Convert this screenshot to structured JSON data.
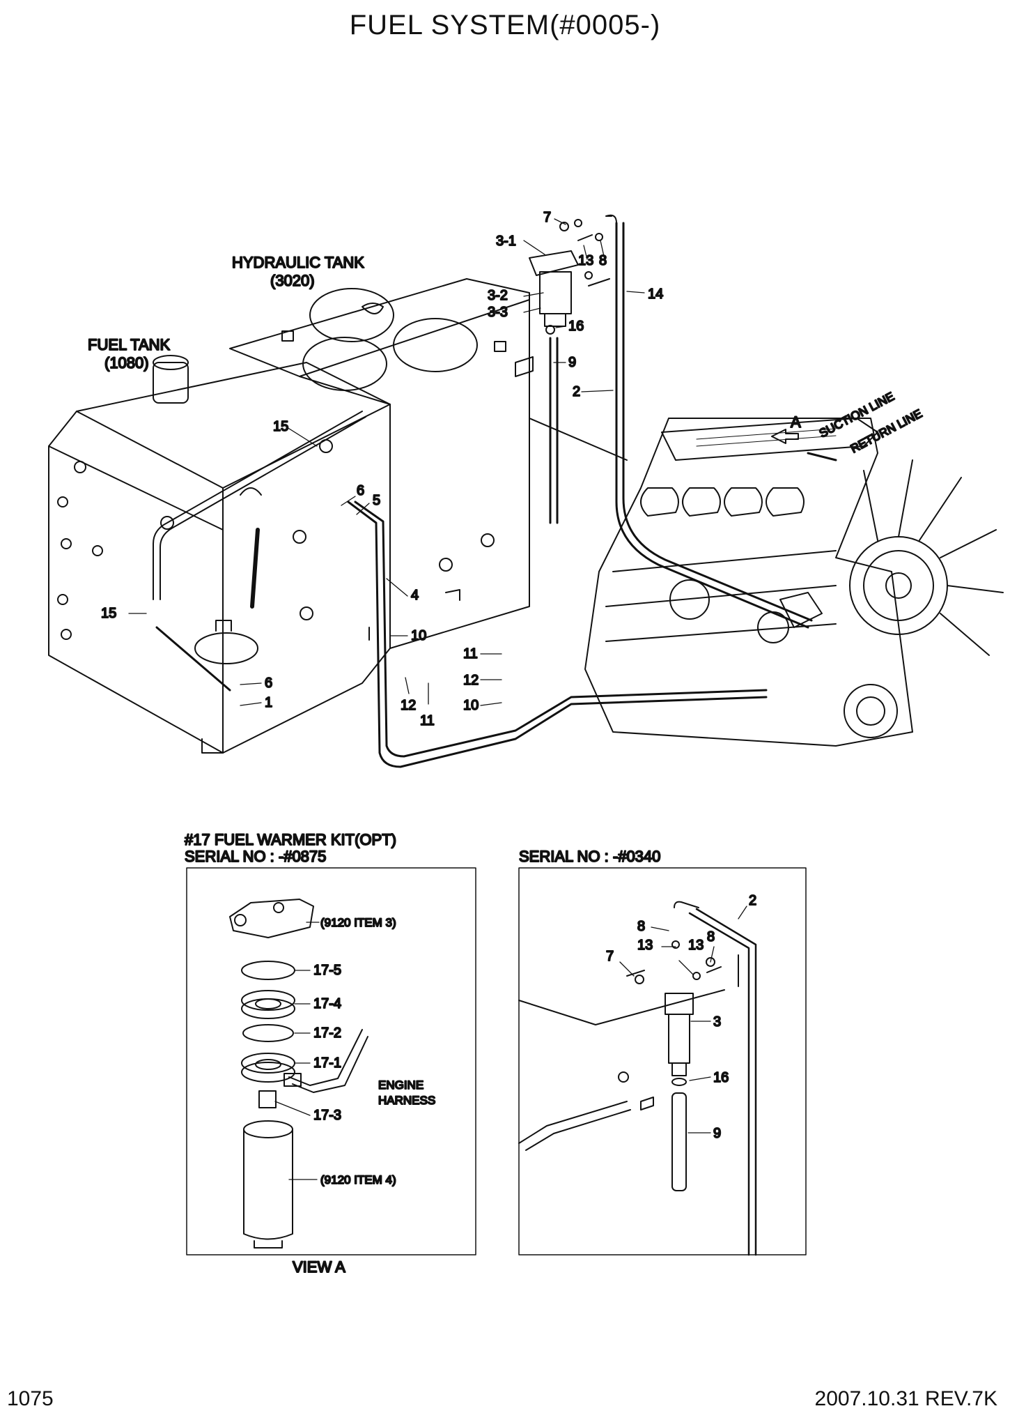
{
  "title": "FUEL SYSTEM(#0005-)",
  "footer": {
    "page_number": "1075",
    "revision": "2007.10.31  REV.7K"
  },
  "main_view": {
    "components": {
      "hydraulic_tank": "HYDRAULIC TANK",
      "hydraulic_tank_ref": "(3020)",
      "fuel_tank": "FUEL TANK",
      "fuel_tank_ref": "(1080)",
      "suction_line": "SUCTION LINE",
      "return_line": "RETURN LINE",
      "view_arrow": "A"
    },
    "callouts": [
      "7",
      "3-1",
      "13",
      "8",
      "14",
      "3-2",
      "3-3",
      "16",
      "9",
      "2",
      "15",
      "6",
      "5",
      "4",
      "10",
      "15",
      "6",
      "1",
      "11",
      "12",
      "10",
      "12",
      "11"
    ]
  },
  "inset_left": {
    "heading": "#17 FUEL WARMER KIT(OPT)",
    "serial": "SERIAL NO : -#0875",
    "refs": [
      "(9120 ITEM 3)",
      "(9120 ITEM 4)"
    ],
    "callouts": [
      "17-5",
      "17-4",
      "17-2",
      "17-1",
      "17-3"
    ],
    "harness_line1": "ENGINE",
    "harness_line2": "HARNESS",
    "caption": "VIEW A"
  },
  "inset_right": {
    "serial": "SERIAL NO : -#0340",
    "callouts": [
      "2",
      "8",
      "13",
      "8",
      "7",
      "13",
      "3",
      "16",
      "9"
    ]
  }
}
